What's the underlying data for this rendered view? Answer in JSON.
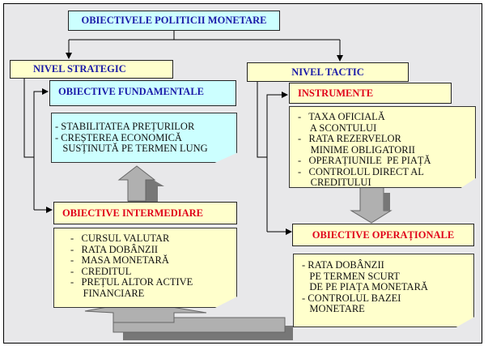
{
  "title": "OBIECTIVELE POLITICII MONETARE",
  "strategic": {
    "label": "NIVEL STRATEGIC",
    "fundamental": {
      "label": "OBIECTIVE FUNDAMENTALE",
      "items": [
        "- STABILITATEA PREȚURILOR",
        "- CREȘTEREA ECONOMICĂ",
        "   SUSȚINUTĂ PE TERMEN LUNG"
      ]
    },
    "intermediate": {
      "label": "OBIECTIVE INTERMEDIARE",
      "items": [
        "-   CURSUL VALUTAR",
        "-   RATA DOBÂNZII",
        "-   MASA MONETARĂ",
        "-   CREDITUL",
        "-   PREȚUL ALTOR ACTIVE",
        "     FINANCIARE"
      ]
    }
  },
  "tactic": {
    "label": "NIVEL TACTIC",
    "instruments": {
      "label": "INSTRUMENTE",
      "items": [
        "-   TAXA OFICIALĂ",
        "     A SCONTULUI",
        "-   RATA REZERVELOR",
        "     MINIME OBLIGATORII",
        "-   OPERAȚIUNILE  PE PIAȚĂ",
        "-   CONTROLUL DIRECT AL",
        "     CREDITULUI"
      ]
    },
    "operational": {
      "label": "OBIECTIVE OPERAȚIONALE",
      "items": [
        "- RATA DOBÂNZII",
        "   PE TERMEN SCURT",
        "   DE PE PIAȚA MONETARĂ",
        "- CONTROLUL BAZEI",
        "   MONETARE"
      ]
    }
  }
}
